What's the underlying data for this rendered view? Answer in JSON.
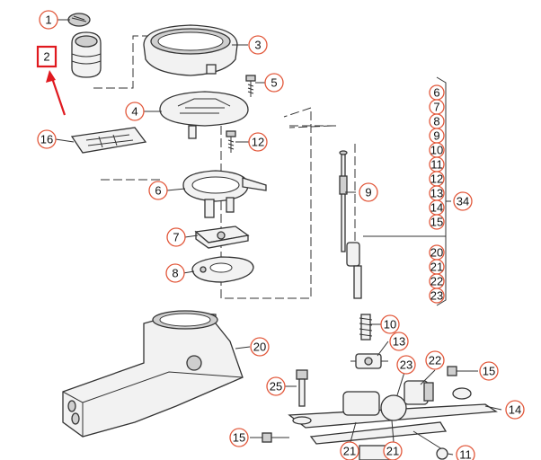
{
  "callouts": [
    "1",
    "2",
    "3",
    "4",
    "5",
    "6",
    "7",
    "8",
    "9",
    "10",
    "11",
    "12",
    "13",
    "14",
    "15",
    "16",
    "20",
    "21",
    "22",
    "23",
    "25",
    "34"
  ],
  "right_column_list": [
    "6",
    "7",
    "8",
    "9",
    "10",
    "11",
    "12",
    "13",
    "14",
    "15",
    "20",
    "21",
    "22",
    "23"
  ],
  "accent_colors": {
    "badge_outline": "#e2583b",
    "highlight": "#e0191f"
  },
  "icons": {
    "highlight_arrow": "arrow-up-left-icon"
  }
}
